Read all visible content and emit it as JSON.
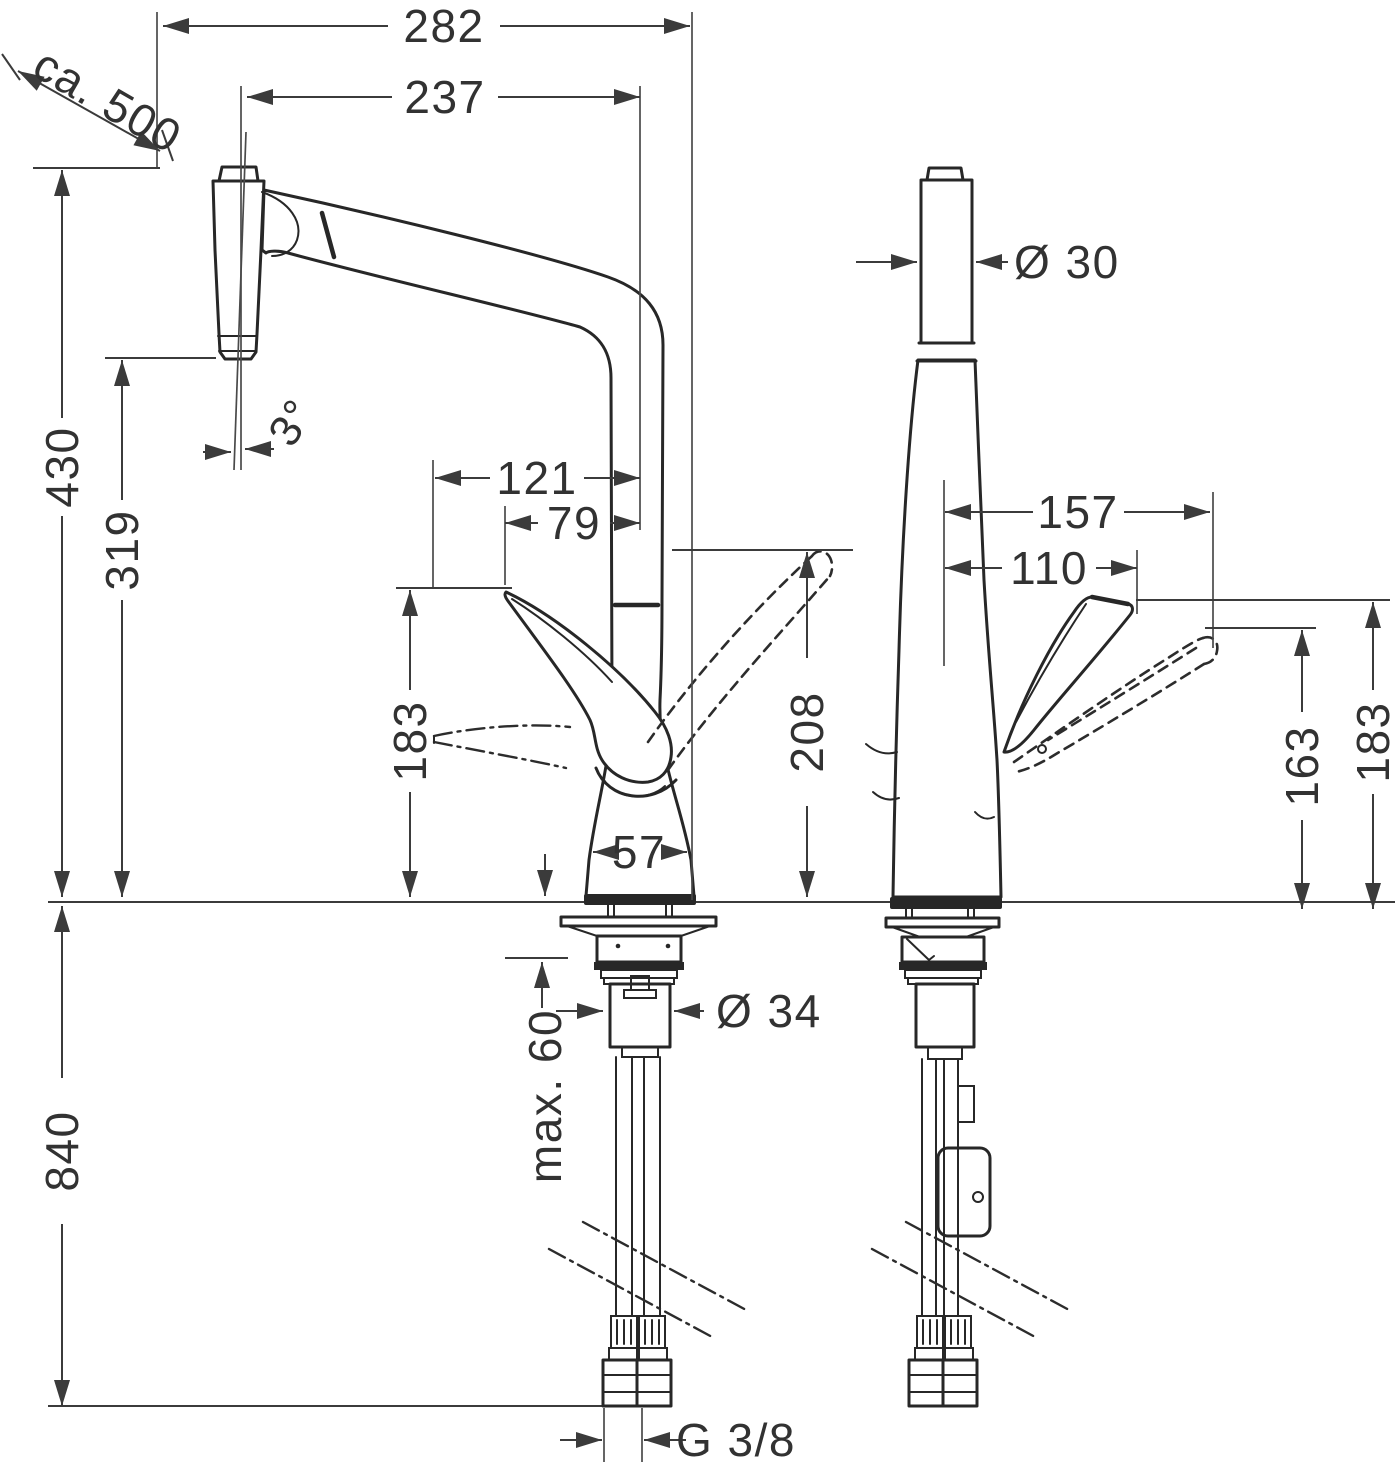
{
  "drawing": {
    "title": "kitchen-faucet-dimension-drawing",
    "units": "mm",
    "views": [
      "front-projection-with-pullout-spray",
      "side-projection"
    ],
    "line_color": "#272727",
    "dimension_color": "#3b3b3b",
    "background_color": "#ffffff"
  },
  "labels": {
    "overall_reach": "282",
    "spout_reach": "237",
    "pullout_hose_length": "ca. 500",
    "height_to_spout_top": "430",
    "height_to_outlet": "319",
    "swivel_angle": "3°",
    "lever_open_reach_front": "121",
    "lever_reach_front": "79",
    "lever_height_front": "183",
    "spout_rear_height": "208",
    "base_width": "57",
    "deck_to_floor": "840",
    "max_counter_thickness": "max. 60",
    "shank_diameter": "Ø 34",
    "connection_thread": "G 3/8",
    "spout_diameter": "Ø 30",
    "lever_open_reach_side": "157",
    "lever_reach_side": "110",
    "lever_open_height_side": "163",
    "lever_height_side": "183"
  }
}
